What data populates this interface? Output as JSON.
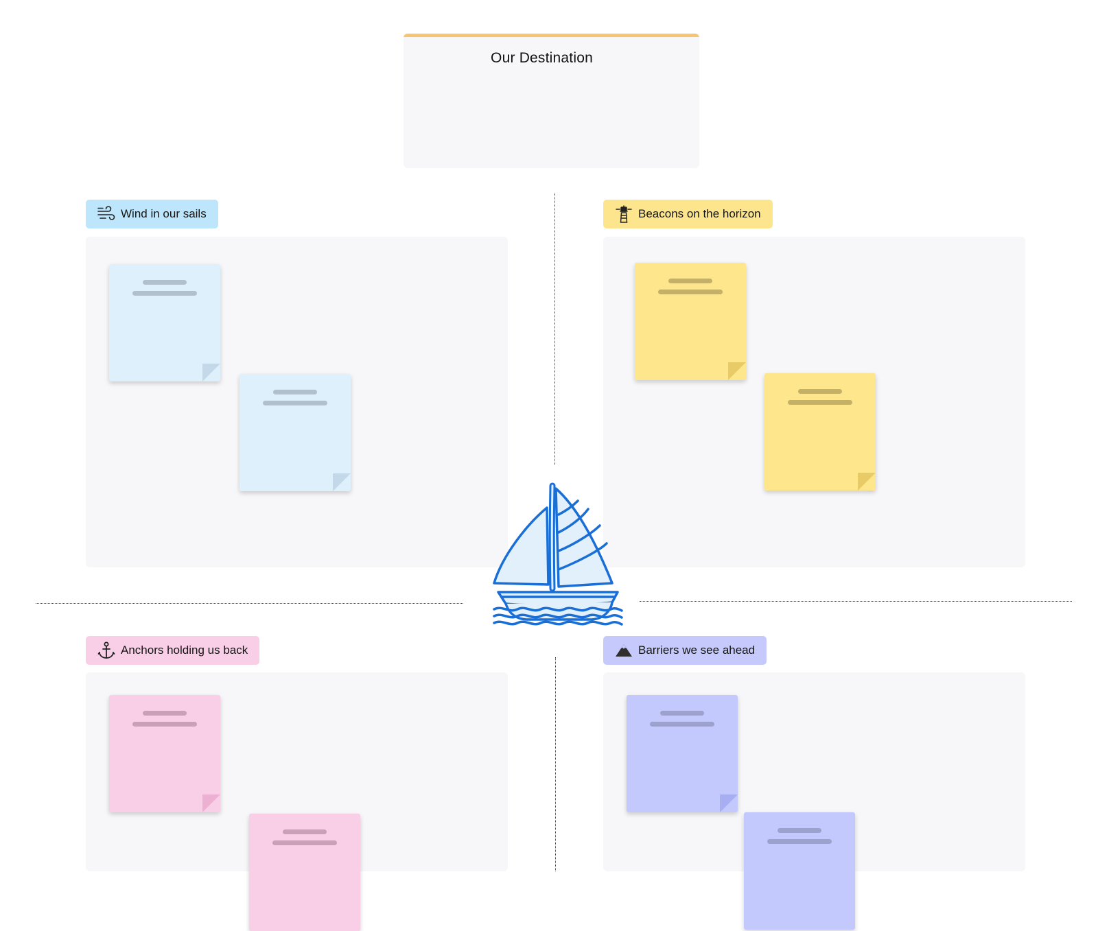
{
  "destination": {
    "title": "Our Destination",
    "accent_color": "#f7c46f"
  },
  "sections": {
    "wind": {
      "label": "Wind in our sails",
      "icon": "wind-icon",
      "color": "#bde5fb",
      "note_color": "#dff0fd"
    },
    "beacons": {
      "label": "Beacons on the horizon",
      "icon": "lighthouse-icon",
      "color": "#fde58d",
      "note_color": "#fde68b"
    },
    "anchors": {
      "label": "Anchors holding us back",
      "icon": "anchor-icon",
      "color": "#f9cfe7",
      "note_color": "#f9cfe7"
    },
    "barriers": {
      "label": "Barriers we see ahead",
      "icon": "mountain-icon",
      "color": "#c5c9fb",
      "note_color": "#c3c8fd"
    }
  },
  "center_graphic": {
    "icon": "sailboat-icon",
    "color": "#1a6fd6"
  }
}
